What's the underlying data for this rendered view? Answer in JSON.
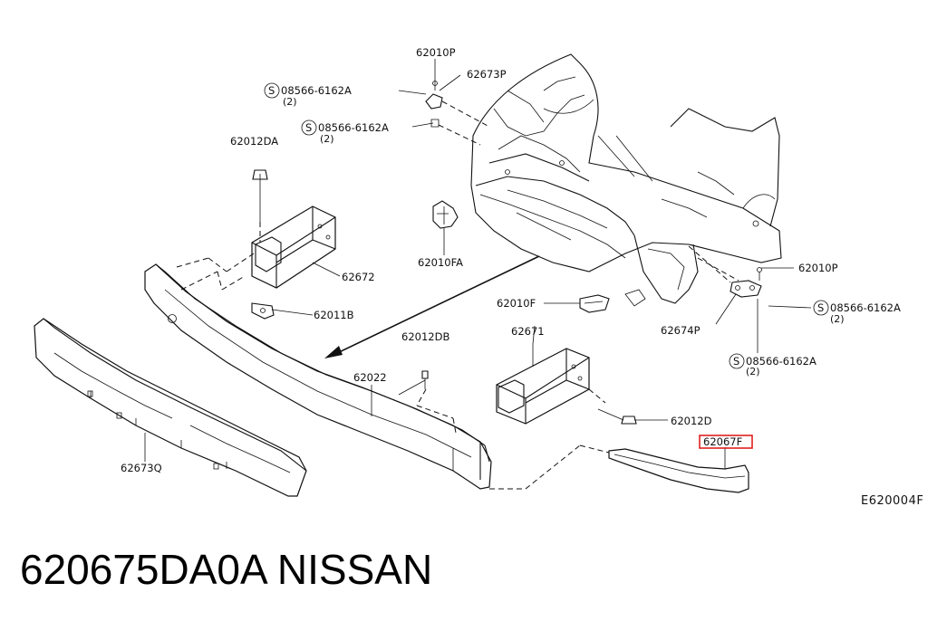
{
  "labels": {
    "l62010p_top": "62010P",
    "l62673p": "62673P",
    "s": "S",
    "bolt_08566": "08566-6162A",
    "qty2": "(2)",
    "l62012da": "62012DA",
    "l62672": "62672",
    "l62011b": "62011B",
    "l62010fa": "62010FA",
    "l62010f": "62010F",
    "l62671": "62671",
    "l62012db": "62012DB",
    "l62022": "62022",
    "l62012d": "62012D",
    "l62673q": "62673Q",
    "l62010p_right": "62010P",
    "l62674p": "62674P",
    "l62067f": "62067F"
  },
  "highlight_color": "#e02020",
  "diagram_code": "E620004F",
  "part_title": "620675DA0A   NISSAN"
}
